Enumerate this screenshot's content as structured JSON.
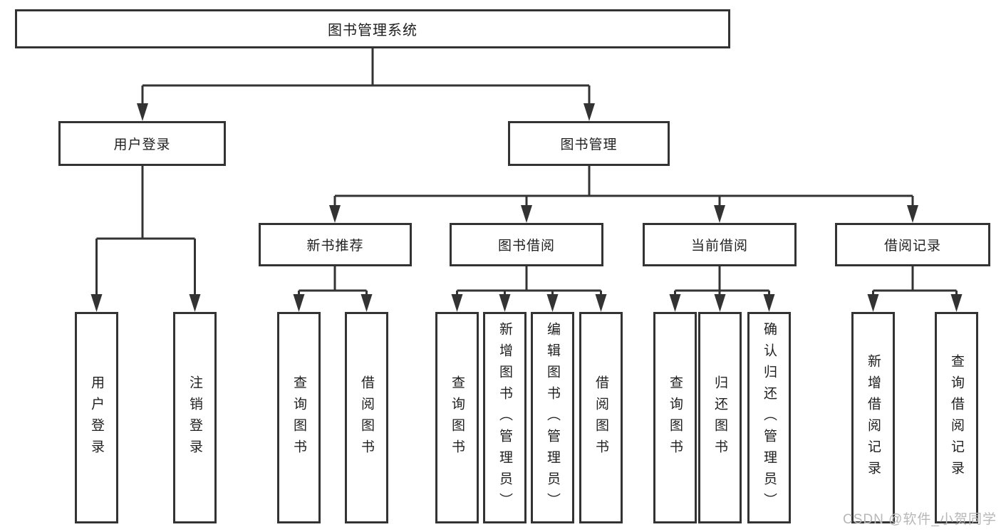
{
  "diagram_title": "图书管理系统",
  "tree": {
    "label": "图书管理系统",
    "children": [
      {
        "label": "用户登录",
        "children": [
          {
            "label": "用户登录"
          },
          {
            "label": "注销登录"
          }
        ]
      },
      {
        "label": "图书管理",
        "children": [
          {
            "label": "新书推荐",
            "children": [
              {
                "label": "查询图书"
              },
              {
                "label": "借阅图书"
              }
            ]
          },
          {
            "label": "图书借阅",
            "children": [
              {
                "label": "查询图书"
              },
              {
                "label": "新增图书（管理员）"
              },
              {
                "label": "编辑图书（管理员）"
              },
              {
                "label": "借阅图书"
              }
            ]
          },
          {
            "label": "当前借阅",
            "children": [
              {
                "label": "查询图书"
              },
              {
                "label": "归还图书"
              },
              {
                "label": "确认归还（管理员）"
              }
            ]
          },
          {
            "label": "借阅记录",
            "children": [
              {
                "label": "新增借阅记录"
              },
              {
                "label": "查询借阅记录"
              }
            ]
          }
        ]
      }
    ]
  },
  "watermark": {
    "text": "CSDN @软件_小贺同学"
  },
  "colors": {
    "line": "#333333",
    "box_border": "#333333",
    "text": "#1f1f1f",
    "watermark": "#b7b7b7",
    "background": "#ffffff"
  }
}
